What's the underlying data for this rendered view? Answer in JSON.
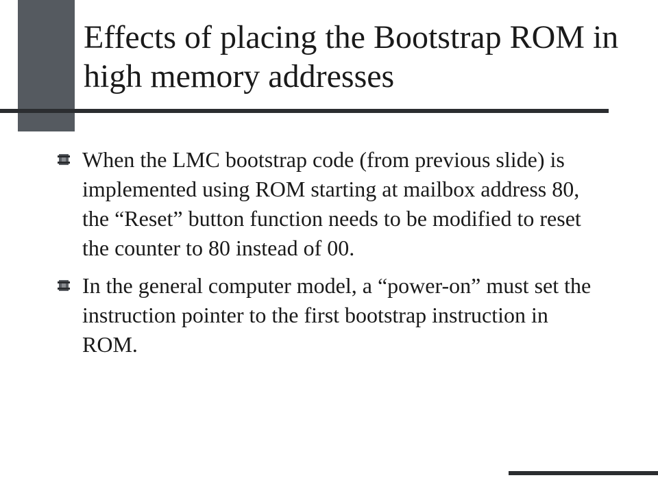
{
  "slide": {
    "title": "Effects of placing the Bootstrap ROM in high memory addresses",
    "bullets": [
      {
        "icon": "bullet-square-icon",
        "text": "When the LMC bootstrap code (from previous slide) is implemented using ROM starting at mailbox address 80, the “Reset” button function needs to be modified to reset the counter to 80 instead of 00."
      },
      {
        "icon": "bullet-square-icon",
        "text": "In the general computer model, a “power-on” must set the instruction pointer to the first bootstrap instruction in ROM."
      }
    ]
  },
  "colors": {
    "accent_block": "#555a60",
    "rule": "#2b2d30",
    "text": "#1a1a1a",
    "background": "#ffffff"
  }
}
